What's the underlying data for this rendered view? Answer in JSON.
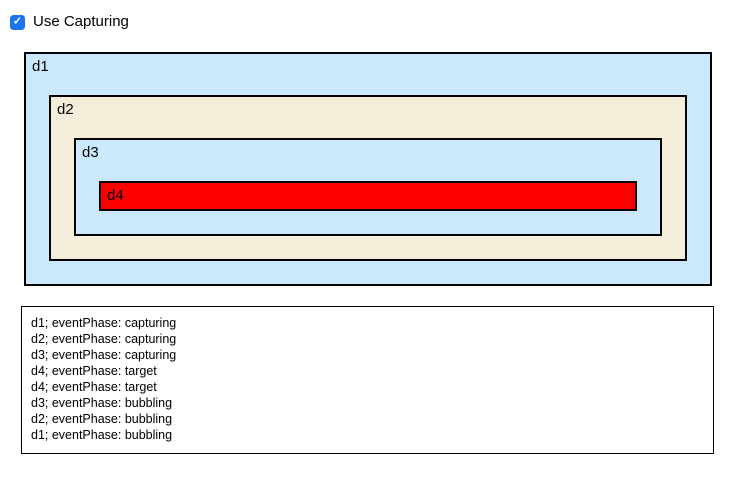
{
  "page": {
    "controls": {
      "use_capturing": {
        "label": "Use Capturing",
        "checked": true,
        "check_glyph": "✓",
        "accent_color": "#1b73f0"
      }
    },
    "boxes": [
      {
        "id": "d1",
        "label": "d1",
        "bg": "#cbe9fc"
      },
      {
        "id": "d2",
        "label": "d2",
        "bg": "#f4edda"
      },
      {
        "id": "d3",
        "label": "d3",
        "bg": "#cbe9fc"
      },
      {
        "id": "d4",
        "label": "d4",
        "bg": "#ff0000"
      }
    ],
    "log": {
      "lines": [
        "d1; eventPhase: capturing",
        "d2; eventPhase: capturing",
        "d3; eventPhase: capturing",
        "d4; eventPhase: target",
        "d4; eventPhase: target",
        "d3; eventPhase: bubbling",
        "d2; eventPhase: bubbling",
        "d1; eventPhase: bubbling"
      ]
    },
    "colors": {
      "border": "#000000",
      "background": "#ffffff"
    }
  }
}
